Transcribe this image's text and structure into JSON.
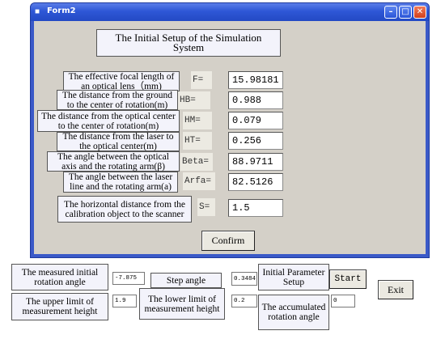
{
  "window": {
    "title": "Form2"
  },
  "panel": {
    "heading": "The Initial Setup of the Simulation System",
    "params": [
      {
        "label": "The effective focal length of an optical lens（mm)",
        "symbol": "F=",
        "value": "15.98181"
      },
      {
        "label": "The distance from the ground to the center of rotation(m)",
        "symbol": "HB=",
        "value": "0.988"
      },
      {
        "label": "The distance from the optical center to the center of rotation(m)",
        "symbol": "HM=",
        "value": "0.079"
      },
      {
        "label": "The distance from the laser to the optical center(m)",
        "symbol": "HT=",
        "value": "0.256"
      },
      {
        "label": "The angle between the optical axis and the rotating arm(β)",
        "symbol": "Beta=",
        "value": "88.9711"
      },
      {
        "label": "The angle between the laser line and the rotating arm(a)",
        "symbol": "Arfa=",
        "value": "82.5126"
      },
      {
        "label": "The horizontal distance from the calibration object to the scanner",
        "symbol": "S=",
        "value": "1.5"
      }
    ],
    "confirm_label": "Confirm"
  },
  "bottom": {
    "initial_angle_label": "The measured initial rotation angle",
    "initial_angle_value": "-7.875",
    "step_angle_label": "Step angle",
    "step_angle_value": "0.3484",
    "initial_setup_label": "Initial Parameter Setup",
    "start_label": "Start",
    "exit_label": "Exit",
    "upper_limit_label": "The upper limit of measurement height",
    "upper_limit_value": "1.9",
    "lower_limit_label": "The lower limit of measurement height",
    "lower_limit_value": "0.2",
    "accum_label": "The accumulated rotation angle",
    "accum_value": "0"
  },
  "colors": {
    "titlebar": "#2e57d6",
    "client": "#d4d0c8",
    "label_bg": "#f3f3fb"
  }
}
